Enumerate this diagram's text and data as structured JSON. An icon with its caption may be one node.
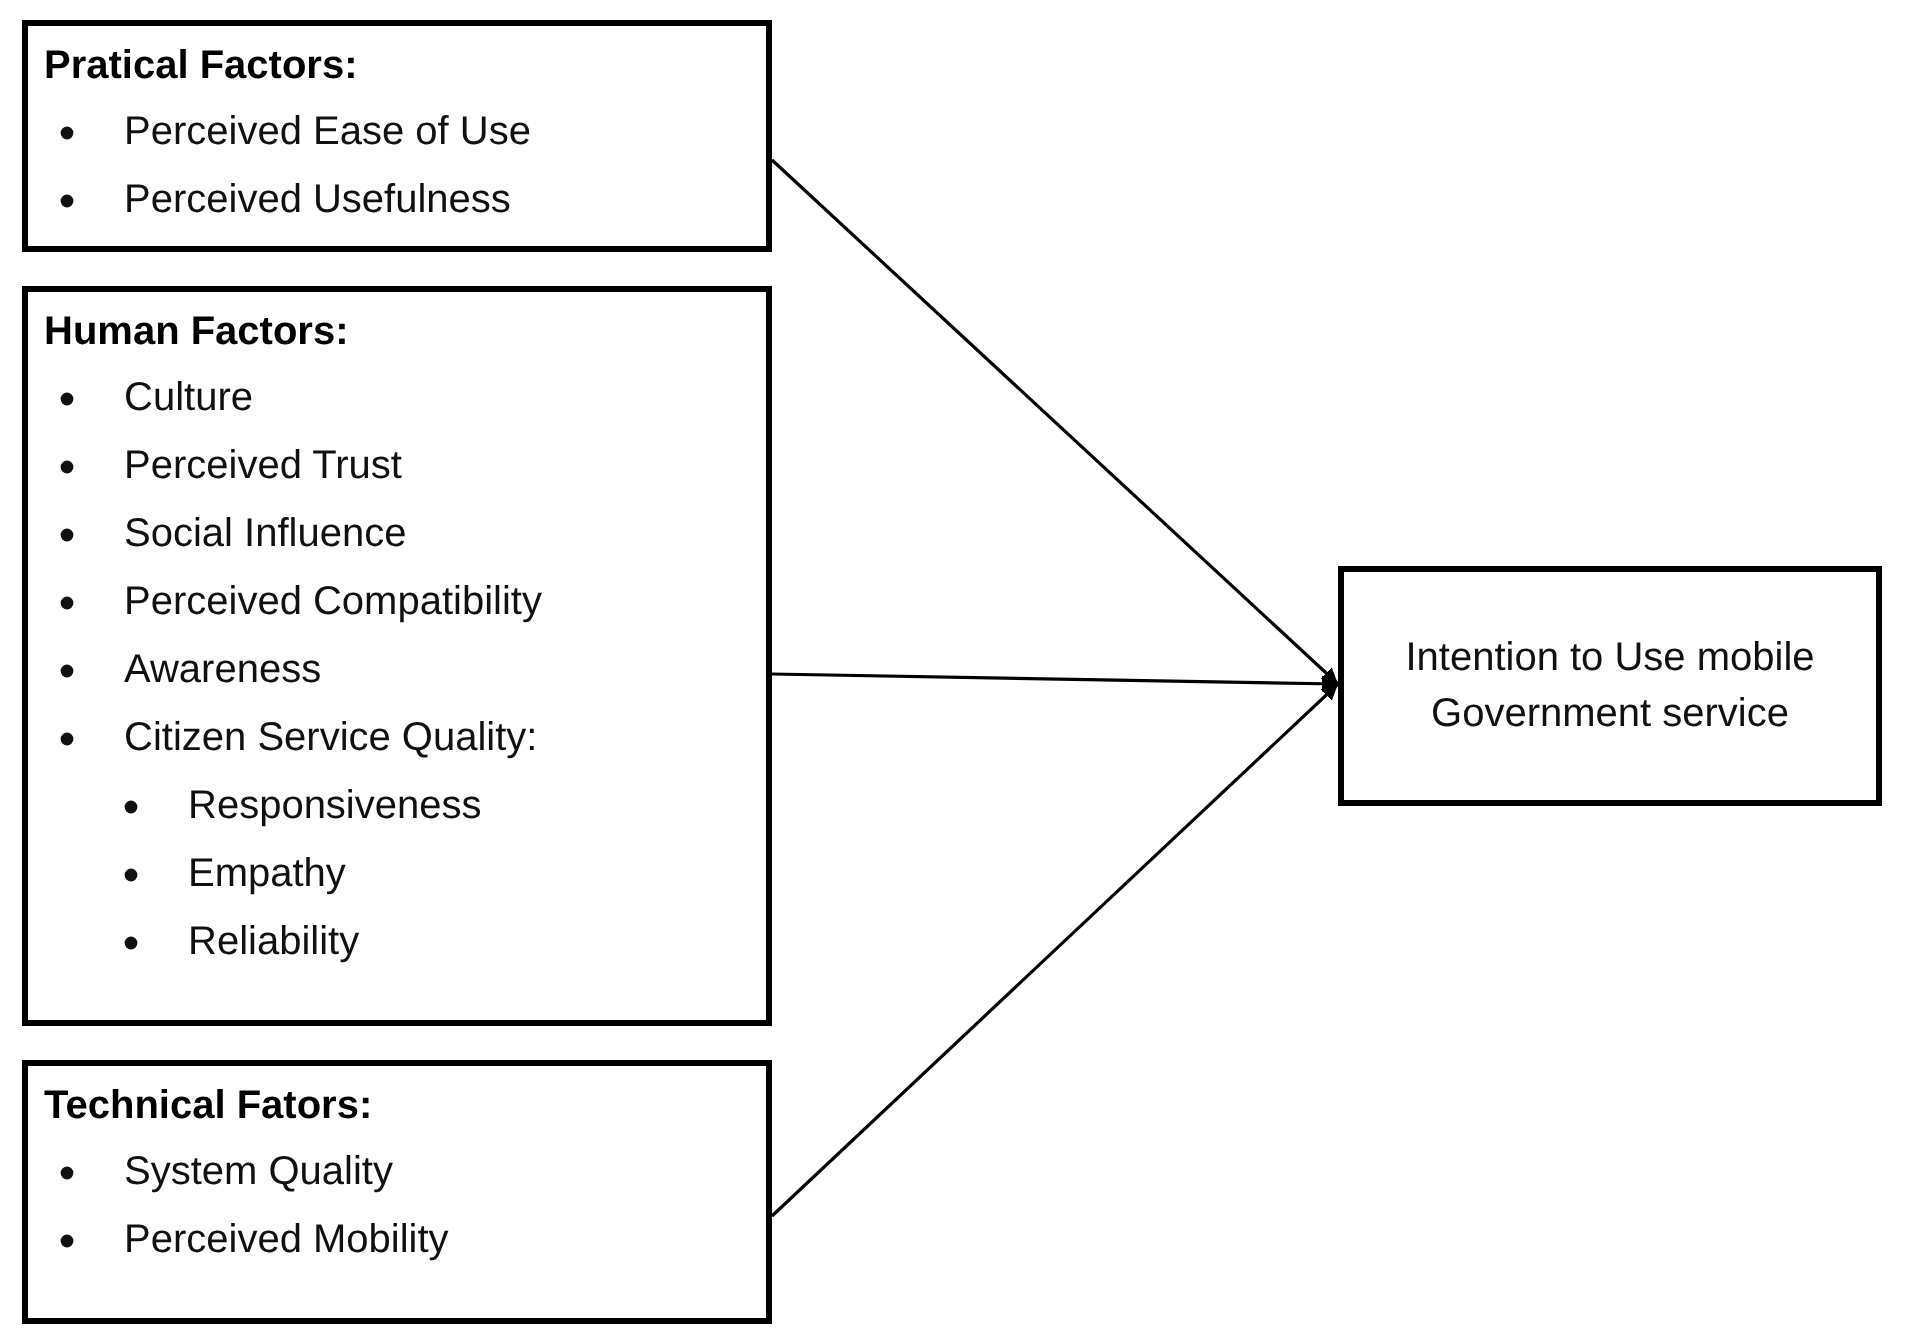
{
  "diagram": {
    "nodes": [
      {
        "text": [
          "Pratical Factors:",
          "Perceived Ease of Use",
          "Perceived Usefulness"
        ]
      },
      {
        "text": [
          "Human Factors:",
          "Culture",
          "Perceived Trust",
          "Social Influence",
          "Perceived Compatibility",
          "Awareness",
          "Citizen Service Quality:",
          "Responsiveness",
          "Empathy",
          "Reliability"
        ]
      },
      {
        "text": [
          "Technical Fators:",
          "System Quality",
          "Perceived Mobility"
        ]
      },
      {
        "text": [
          "Intention to Use mobile Government service"
        ]
      }
    ],
    "edges": [
      {
        "from": 0,
        "to": 3,
        "arrow": "to"
      },
      {
        "from": 1,
        "to": 3,
        "arrow": "to"
      },
      {
        "from": 2,
        "to": 3,
        "arrow": "to"
      }
    ]
  }
}
